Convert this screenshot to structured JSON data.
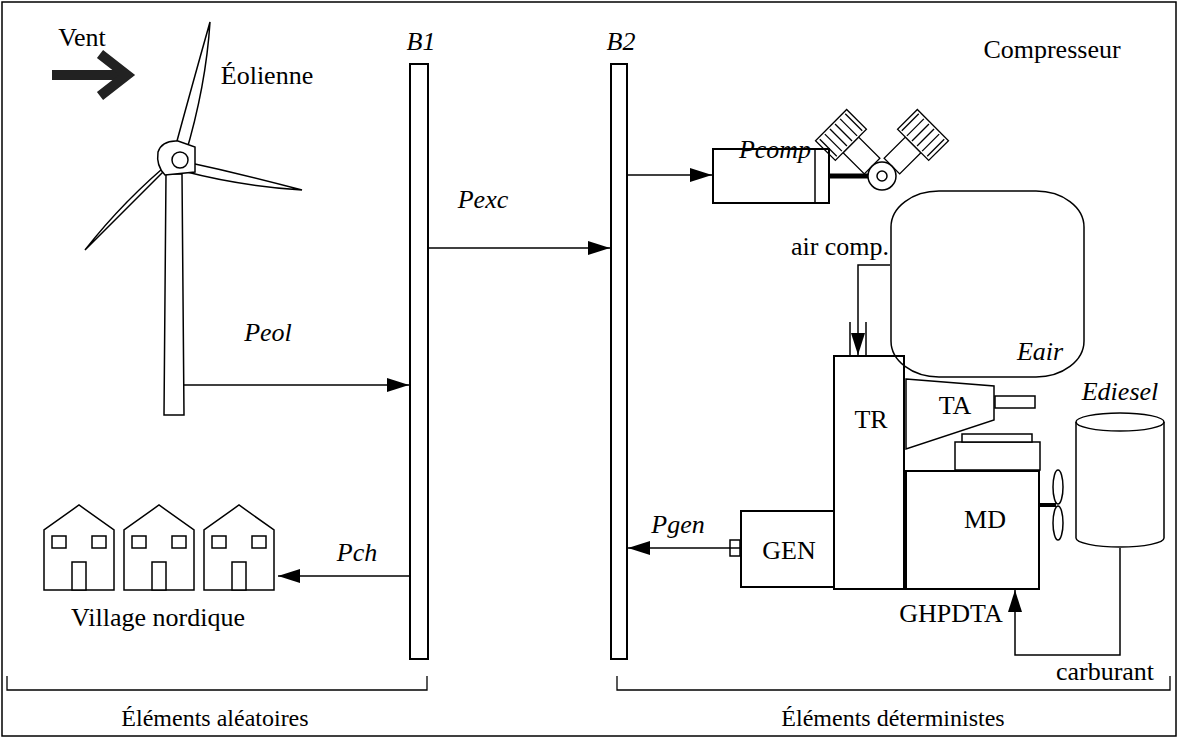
{
  "diagram": {
    "nodes": [
      {
        "text": [
          "Éolienne"
        ]
      },
      {
        "text": [
          "B1"
        ]
      },
      {
        "text": [
          "B2"
        ]
      },
      {
        "text": [
          "Compresseur"
        ]
      },
      {
        "text": [
          "Eair"
        ]
      },
      {
        "text": [
          "TR"
        ]
      },
      {
        "text": [
          "TA"
        ]
      },
      {
        "text": [
          "GEN"
        ]
      },
      {
        "text": [
          "MD"
        ]
      },
      {
        "text": [
          "Ediesel"
        ]
      },
      {
        "text": [
          "Village nordique"
        ]
      }
    ],
    "edges": [
      {
        "from": 0,
        "to": 1,
        "label": "Peol",
        "arrow": "to"
      },
      {
        "from": 1,
        "to": 2,
        "label": "Pexc",
        "arrow": "to"
      },
      {
        "from": 1,
        "to": 10,
        "label": "Pch",
        "arrow": "to"
      },
      {
        "from": 2,
        "to": 3,
        "label": "Pcomp",
        "arrow": "to"
      },
      {
        "from": 7,
        "to": 2,
        "label": "Pgen",
        "arrow": "to"
      },
      {
        "from": 4,
        "to": 5,
        "label": "air comp.",
        "arrow": "to"
      },
      {
        "from": 9,
        "to": 8,
        "label": "carburant",
        "arrow": "to"
      }
    ],
    "labels": [
      "Vent",
      "GHPDTA",
      "Éléments aléatoires",
      "Éléments déterministes"
    ]
  }
}
